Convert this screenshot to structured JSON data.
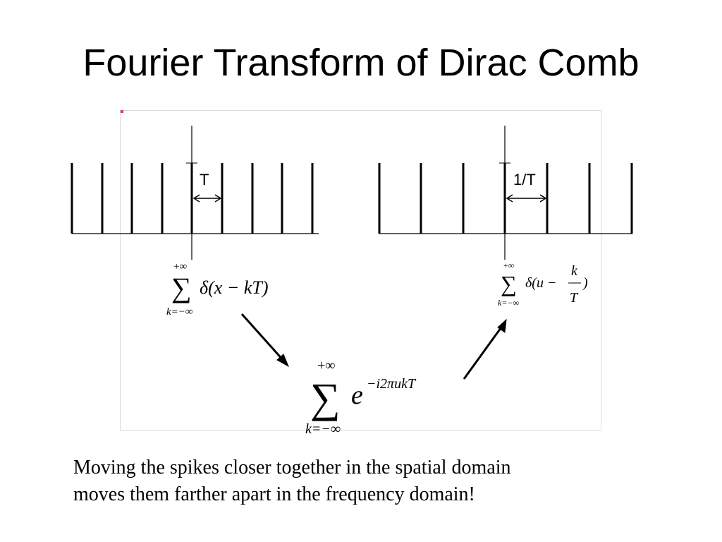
{
  "slide": {
    "title": "Fourier Transform of Dirac Comb",
    "caption_lines": [
      "Moving the spikes closer together in the spatial domain",
      "moves them farther apart in the frequency domain!"
    ]
  },
  "diagram": {
    "spatial_spacing_label": "T",
    "frequency_spacing_label": "1/T",
    "formula_spatial": {
      "sum_upper": "+∞",
      "sum_lower": "k=−∞",
      "body": "δ(x − kT)"
    },
    "formula_frequency": {
      "sum_upper": "+∞",
      "sum_lower": "k=−∞",
      "body_prefix": "δ(u −",
      "frac_num": "k",
      "frac_den": "T",
      "body_suffix": ")"
    },
    "formula_exponential": {
      "sum_upper": "+∞",
      "sum_lower": "k=−∞",
      "base": "e",
      "exponent": "−i2πukT"
    }
  }
}
